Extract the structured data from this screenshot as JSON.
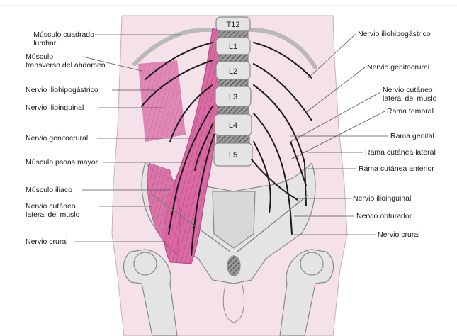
{
  "vertebrae": [
    "T12",
    "L1",
    "L2",
    "L3",
    "L4",
    "L5"
  ],
  "left_labels": {
    "quadratus": [
      "Músculo cuadrado",
      "lumbar"
    ],
    "transversus": [
      "Músculo",
      "transverso del abdomen"
    ],
    "iliohypogastric": "Nervio iliohipogástrico",
    "ilioinguinal": "Nervio ilioinguinal",
    "genitofemoral": "Nervio genitocrural",
    "psoas": "Músculo psoas mayor",
    "iliacus": "Músculo iliaco",
    "lat_cutaneous": [
      "Nervio cutáneo",
      "lateral del muslo"
    ],
    "femoral": "Nervio crural"
  },
  "right_labels": {
    "iliohypogastric": "Nervio iliohipogástrico",
    "genitofemoral": "Nervio genitocrural",
    "lat_cutaneous": [
      "Nervio cutáneo",
      "lateral del muslo"
    ],
    "femoral_branch": "Rama femoral",
    "genital_branch": "Rama genital",
    "lateral_cutaneous_branch": "Rama cutánea lateral",
    "anterior_cutaneous_branch": "Rama cutánea anterior",
    "ilioinguinal": "Nervio ilioinguinal",
    "obturator": "Nervio obturador",
    "femoral": "Nervio crural"
  },
  "colors": {
    "body": "#f4e1ea",
    "bone": "#e4e4e4",
    "bone_stroke": "#8a8a8a",
    "muscle": "#d96aa3",
    "nerve": "#1b1b1b"
  }
}
